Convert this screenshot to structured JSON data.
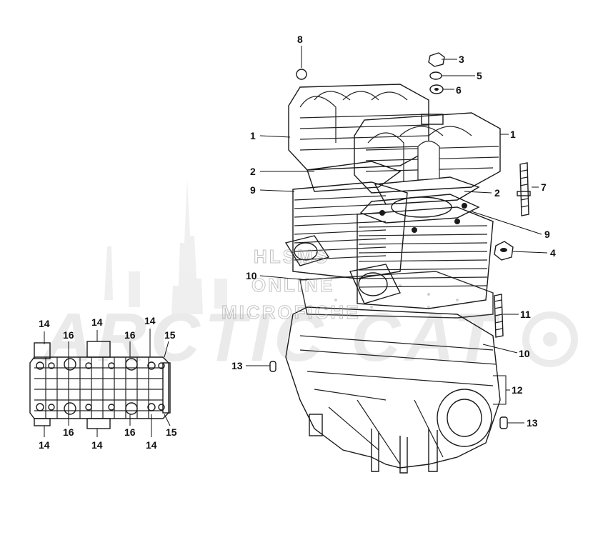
{
  "watermark": {
    "line1": "HLSMS",
    "line2": "ONLINE",
    "line3": "MICROFICHE",
    "brand": "ARCTIC CAT"
  },
  "callouts": [
    {
      "id": "c8",
      "label": "8"
    },
    {
      "id": "c3",
      "label": "3"
    },
    {
      "id": "c5",
      "label": "5"
    },
    {
      "id": "c6",
      "label": "6"
    },
    {
      "id": "c1a",
      "label": "1"
    },
    {
      "id": "c1b",
      "label": "1"
    },
    {
      "id": "c2a",
      "label": "2"
    },
    {
      "id": "c2b",
      "label": "2"
    },
    {
      "id": "c7",
      "label": "7"
    },
    {
      "id": "c9a",
      "label": "9"
    },
    {
      "id": "c9b",
      "label": "9"
    },
    {
      "id": "c4",
      "label": "4"
    },
    {
      "id": "c10a",
      "label": "10"
    },
    {
      "id": "c10b",
      "label": "10"
    },
    {
      "id": "c11",
      "label": "11"
    },
    {
      "id": "c12",
      "label": "12"
    },
    {
      "id": "c13a",
      "label": "13"
    },
    {
      "id": "c13b",
      "label": "13"
    },
    {
      "id": "c14a",
      "label": "14"
    },
    {
      "id": "c14b",
      "label": "14"
    },
    {
      "id": "c14c",
      "label": "14"
    },
    {
      "id": "c14d",
      "label": "14"
    },
    {
      "id": "c14e",
      "label": "14"
    },
    {
      "id": "c14f",
      "label": "14"
    },
    {
      "id": "c15a",
      "label": "15"
    },
    {
      "id": "c15b",
      "label": "15"
    },
    {
      "id": "c16a",
      "label": "16"
    },
    {
      "id": "c16b",
      "label": "16"
    },
    {
      "id": "c16c",
      "label": "16"
    },
    {
      "id": "c16d",
      "label": "16"
    }
  ]
}
